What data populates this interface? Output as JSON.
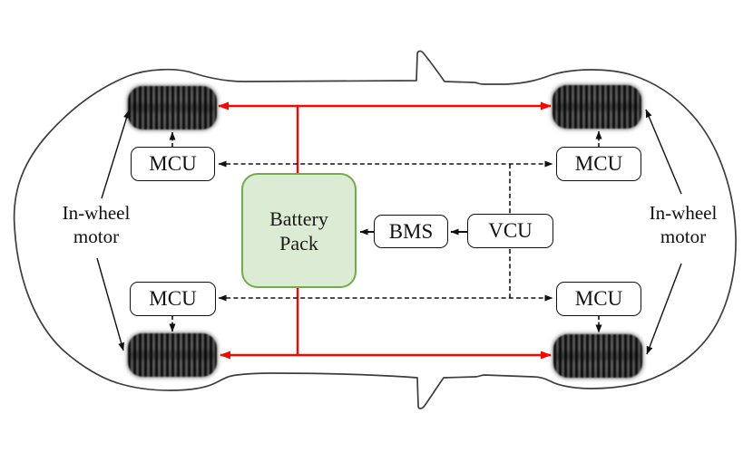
{
  "figure": {
    "description": "Top view of an electric vehicle chassis showing four in-wheel motors with their motor control units, battery pack, BMS and VCU",
    "colors": {
      "background": "#ffffff",
      "power_line": "#f80600",
      "signal_line": "#141414",
      "car_outline": "#3d3d3d",
      "battery_fill": "#dcebd3",
      "battery_border": "#70ad47",
      "box_fill": "#ffffff",
      "box_border": "#111111",
      "tire_color": "#262626"
    },
    "nodes": {
      "battery_pack": {
        "line1": "Battery",
        "line2": "Pack"
      },
      "bms": {
        "label": "BMS"
      },
      "vcu": {
        "label": "VCU"
      },
      "mcu_front_left": {
        "label": "MCU"
      },
      "mcu_front_right": {
        "label": "MCU"
      },
      "mcu_rear_left": {
        "label": "MCU"
      },
      "mcu_rear_right": {
        "label": "MCU"
      }
    },
    "annotations": {
      "left_wheel_label": {
        "line1": "In-wheel",
        "line2": "motor"
      },
      "right_wheel_label": {
        "line1": "In-wheel",
        "line2": "motor"
      }
    }
  }
}
